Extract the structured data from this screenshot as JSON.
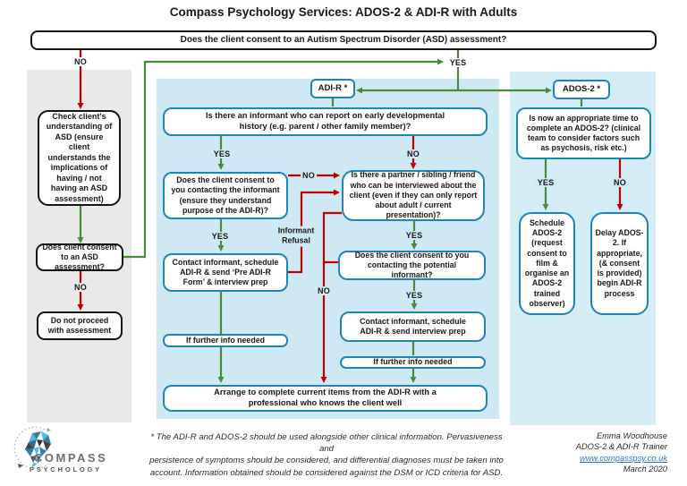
{
  "title": "Compass Psychology Services: ADOS-2 & ADI-R with Adults",
  "colors": {
    "yes_green": "#4a8a3b",
    "no_red": "#c00000",
    "box_border_blue": "#1e86b5",
    "panel_blue": "#cfe9f4",
    "panel_gray": "#e9e9e9",
    "link_blue": "#2e75b6"
  },
  "labels": {
    "yes": "YES",
    "no": "NO",
    "informant_refusal": "Informant Refusal"
  },
  "top": {
    "question": "Does the client consent to an Autism Spectrum Disorder (ASD) assessment?"
  },
  "left_flow": {
    "check_understanding": "Check client's understanding of ASD (ensure client understands the implications of having / not having an ASD assessment)",
    "consent_again": "Does client consent to an ASD assessment?",
    "do_not_proceed": "Do not proceed with assessment"
  },
  "adi_flow": {
    "header": "ADI-R *",
    "q_informant": "Is there an informant who can report on early developmental history (e.g. parent / other family member)?",
    "q_consent_contact": "Does the client consent to you contacting the informant (ensure they understand purpose of the ADI-R)?",
    "contact_pre_form": "Contact informant, schedule ADI-R & send ‘Pre ADI-R Form’ & interview prep",
    "q_partner": "Is there a partner / sibling / friend who can be interviewed about the client (even if they can only report about adult / current presentation)?",
    "q_consent_potential": "Does the client consent to you contacting the potential informant?",
    "contact_schedule": "Contact informant, schedule ADI-R & send interview prep",
    "if_further_left": "If further info needed",
    "if_further_right": "If further info needed",
    "arrange": "Arrange to complete current items from the ADI-R with a professional who knows the client well"
  },
  "ados_flow": {
    "header": "ADOS-2 *",
    "q_appropriate": "Is now an appropriate time to complete an ADOS-2? (clinical team to consider factors such as psychosis, risk etc.)",
    "schedule": "Schedule ADOS-2 (request consent to film & organise an ADOS-2 trained observer)",
    "delay": "Delay ADOS-2.  If appropriate, (& consent is provided) begin ADI-R process"
  },
  "footnote": {
    "line1": "* The ADI-R and ADOS-2 should be used alongside other clinical information.  Pervasiveness and",
    "line2": "persistence of symptoms should be considered, and differential diagnoses must be taken into",
    "line3": "account. Information obtained should be considered against the DSM or ICD criteria for ASD."
  },
  "credit": {
    "name": "Emma Woodhouse",
    "role": "ADOS-2 & ADI-R Trainer",
    "url": "www.compasspsy.co.uk",
    "date": "March 2020"
  },
  "logo": {
    "name": "COMPASS",
    "subtitle": "PSYCHOLOGY"
  }
}
